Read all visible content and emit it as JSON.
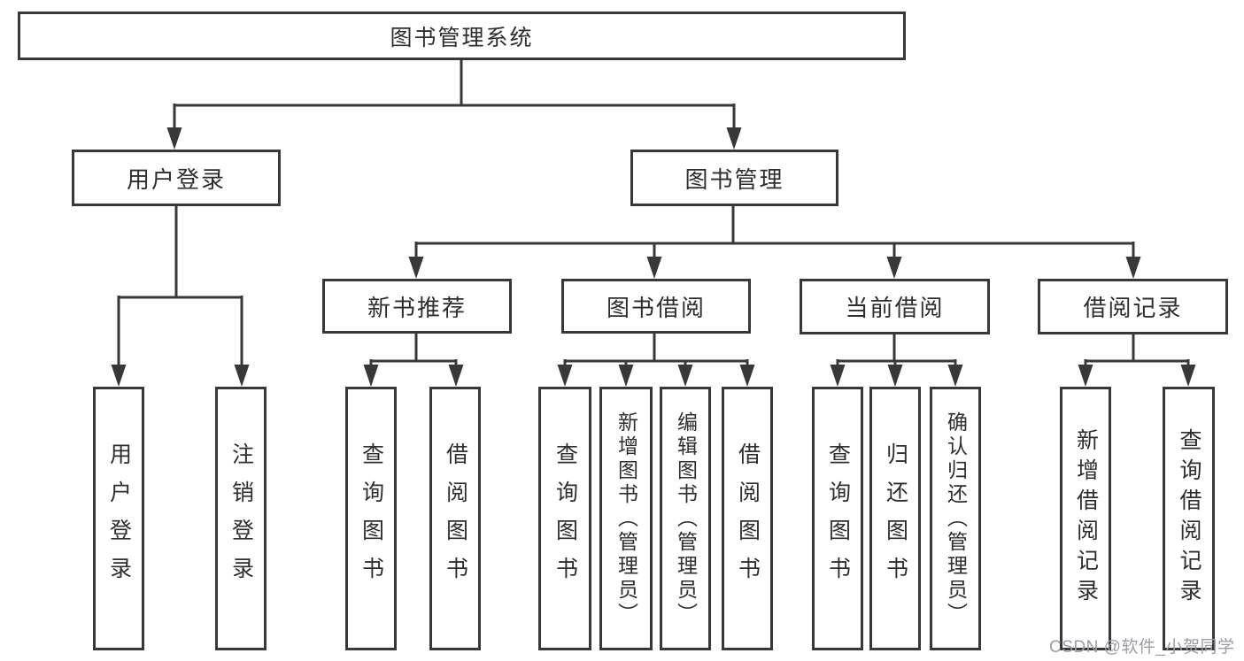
{
  "diagram": {
    "root": "图书管理系统",
    "level2": {
      "user_login": "用户登录",
      "book_mgmt": "图书管理"
    },
    "level3": {
      "new_book": "新书推荐",
      "book_borrow": "图书借阅",
      "current_borrow": "当前借阅",
      "borrow_records": "借阅记录"
    },
    "leaves": {
      "user_login": [
        "用户登录",
        "注销登录"
      ],
      "new_book": [
        "查询图书",
        "借阅图书"
      ],
      "book_borrow": [
        "查询图书",
        "新增图书（管理员）",
        "编辑图书（管理员）",
        "借阅图书"
      ],
      "current_borrow": [
        "查询图书",
        "归还图书",
        "确认归还（管理员）"
      ],
      "borrow_records": [
        "新增借阅记录",
        "查询借阅记录"
      ]
    },
    "watermark": "CSDN @软件_小贺同学",
    "colors": {
      "line": "#383838",
      "text": "#2e2e2e",
      "watermark": "#9d9da5",
      "background": "#ffffff"
    }
  }
}
